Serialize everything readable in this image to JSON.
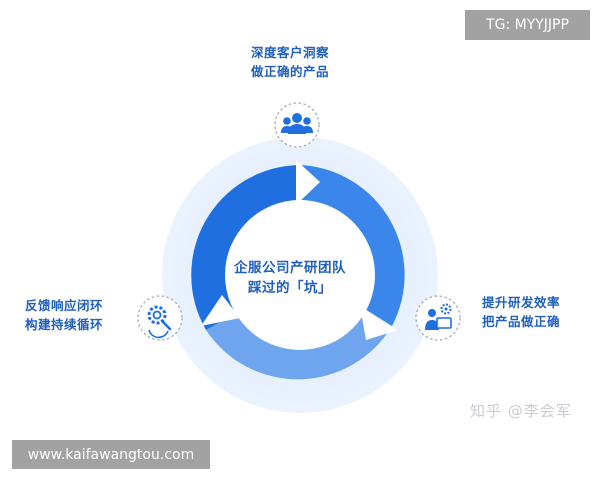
{
  "center": {
    "line1": "企服公司产研团队",
    "line2": "踩过的「坑」"
  },
  "nodes": {
    "top": {
      "line1": "深度客户洞察",
      "line2": "做正确的产品",
      "icon": "users-icon"
    },
    "right": {
      "line1": "提升研发效率",
      "line2": "把产品做正确",
      "icon": "developer-gear-icon"
    },
    "left": {
      "line1": "反馈响应闭环",
      "line2": "构建持续循环",
      "icon": "gear-search-icon"
    }
  },
  "watermarks": {
    "tg": "TG: MYYJJPP",
    "url": "www.kaifawangtou.com",
    "zhihu": "知乎 @李会军"
  },
  "colors": {
    "primary": "#1f6fe0",
    "mid": "#3b86ea",
    "light": "#6fa5ee",
    "halo": "#e8f1fc",
    "text": "#1f5fbf"
  }
}
